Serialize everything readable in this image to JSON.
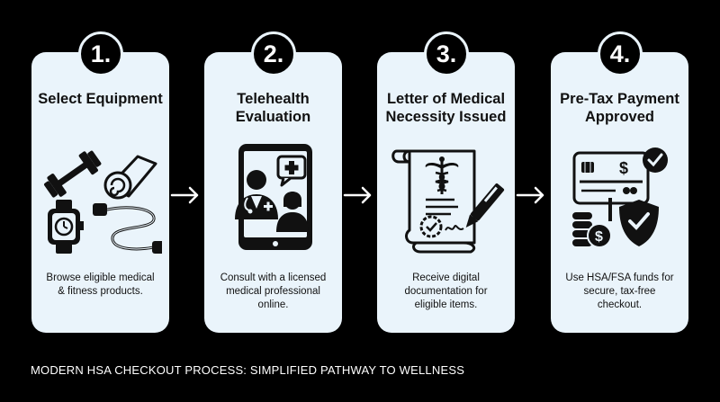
{
  "steps": [
    {
      "number": "1.",
      "title": "Select Equipment",
      "description": "Browse eligible medical & fitness products.",
      "icons": [
        "dumbbell-icon",
        "yoga-mat-icon",
        "smartwatch-icon",
        "resistance-band-icon"
      ]
    },
    {
      "number": "2.",
      "title": "Telehealth Evaluation",
      "description": "Consult with a licensed medical professional online.",
      "icons": [
        "tablet-icon",
        "doctor-icon",
        "patient-icon",
        "medical-cross-bubble-icon"
      ]
    },
    {
      "number": "3.",
      "title": "Letter of Medical Necessity Issued",
      "description": "Receive digital documentation for eligible items.",
      "icons": [
        "document-scroll-icon",
        "caduceus-icon",
        "seal-icon",
        "pen-icon"
      ]
    },
    {
      "number": "4.",
      "title": "Pre-Tax Payment Approved",
      "description": "Use HSA/FSA funds for secure, tax-free checkout.",
      "icons": [
        "credit-card-icon",
        "coins-icon",
        "shield-check-icon",
        "check-badge-icon"
      ]
    }
  ],
  "footer": "MODERN HSA CHECKOUT PROCESS: SIMPLIFIED PATHWAY TO WELLNESS",
  "colors": {
    "background": "#000000",
    "card": "#eaf4fb",
    "text": "#111111"
  }
}
